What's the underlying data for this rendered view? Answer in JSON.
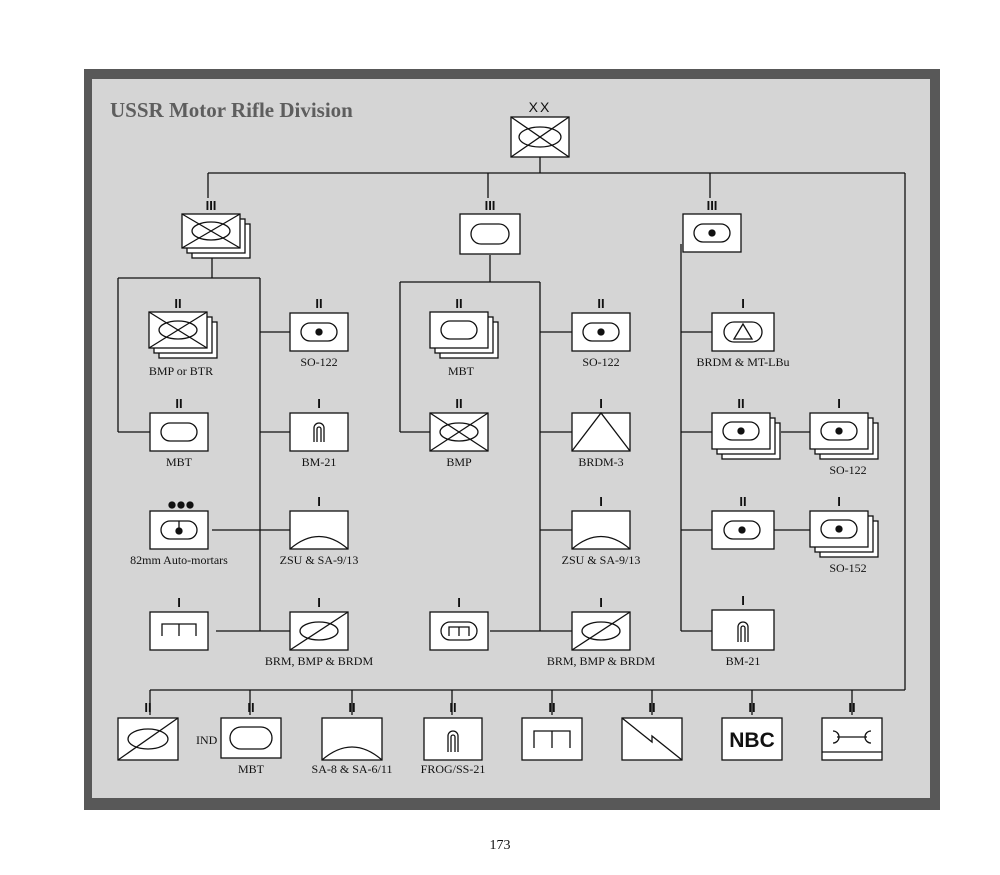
{
  "title": "USSR Motor Rifle Division",
  "page_number": "173",
  "echelons": {
    "division": "XX",
    "regiment": "III",
    "battalion": "II",
    "company": "I"
  },
  "labels": {
    "bmp_or_btr": "BMP or BTR",
    "so122_a": "SO-122",
    "mbt_a": "MBT",
    "bm21_a": "BM-21",
    "mortars": "82mm Auto-mortars",
    "zsu_a": "ZSU & SA-9/13",
    "brm_a": "BRM, BMP & BRDM",
    "mbt_b": "MBT",
    "so122_b": "SO-122",
    "bmp": "BMP",
    "brdm3": "BRDM-3",
    "zsu_b": "ZSU & SA-9/13",
    "brm_b": "BRM, BMP & BRDM",
    "brdm_mtlbu": "BRDM & MT-LBu",
    "so122_c": "SO-122",
    "so152": "SO-152",
    "bm21_b": "BM-21",
    "ind": "IND",
    "mbt_c": "MBT",
    "sa8": "SA-8 & SA-6/11",
    "frog": "FROG/SS-21",
    "nbc": "NBC"
  }
}
